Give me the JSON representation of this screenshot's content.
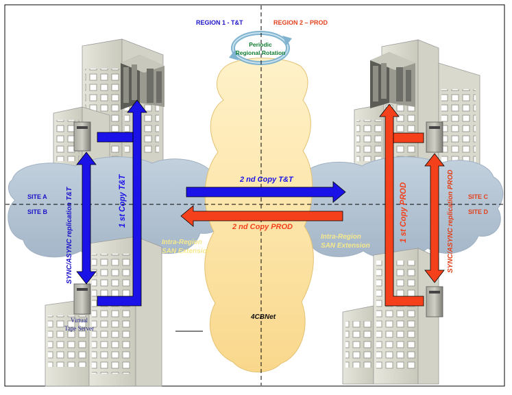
{
  "regions": {
    "region1": "REGION 1 - T&T",
    "region2": "REGION 2 – PROD"
  },
  "rotation": {
    "line1": "Periodic",
    "line2": "Regional Rotation"
  },
  "sites": {
    "a": "SITE A",
    "b": "SITE B",
    "c": "SITE C",
    "d": "SITE D"
  },
  "flows": {
    "second_copy_tt": "2 nd Copy T&T",
    "second_copy_prod": "2 nd Copy PROD",
    "first_copy_tt": "1 st  Copy T&T",
    "first_copy_prod": "1 st Copy PROD",
    "replication_tt": "SYNC/ASYNC replication T&T",
    "replication_prod": "SYNC/ASYNC replication PROD"
  },
  "extensions": {
    "left_line1": "Intra-Region",
    "left_line2": "SAN Extension",
    "right_line1": "Intra-Region",
    "right_line2": "SAN Extension"
  },
  "network": {
    "name": "4CBNet"
  },
  "vts": {
    "line1": "Virtual",
    "line2": "Tape Server"
  },
  "colors": {
    "tt_blue": "#1b12e8",
    "prod_red": "#f4411c",
    "region1_text": "#1b12c8",
    "region2_text": "#e2401a",
    "site_left": "#1b12c8",
    "site_right": "#e2401a",
    "cloud": "#fce2a4",
    "san_cloud": "#b4c4d4",
    "building": "#dcdcd0",
    "extension_text": "#f6e88c",
    "rotation_text": "#0c7a2e"
  }
}
